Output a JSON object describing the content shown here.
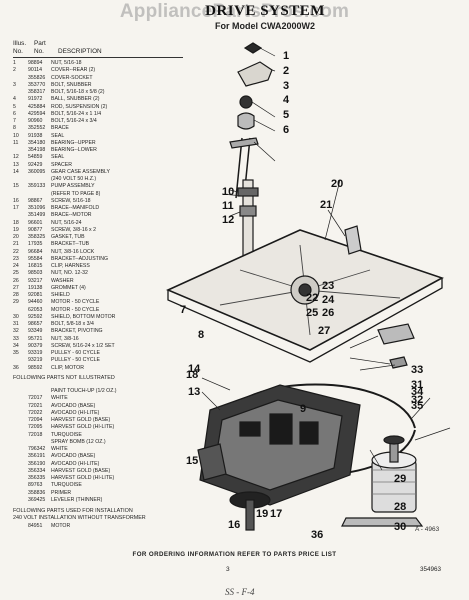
{
  "watermark": "AppliancePartsPros.com",
  "title": "DRIVE SYSTEM",
  "subtitle": "For Model CWA2000W2",
  "headers": {
    "illus": "Illus.",
    "no": "No.",
    "part": "Part",
    "partno": "No.",
    "desc": "DESCRIPTION"
  },
  "parts": [
    [
      "1",
      "98894",
      "NUT, 5/16-18"
    ],
    [
      "2",
      "90114",
      "COVER--REAR (2)"
    ],
    [
      "",
      "355826",
      "COVER-SOCKET"
    ],
    [
      "3",
      "353770",
      "BOLT, SNUBBER"
    ],
    [
      "",
      "358317",
      "BOLT, 5/16-18 x 5/8 (2)"
    ],
    [
      "4",
      "91972",
      "BALL, SNUBBER (2)"
    ],
    [
      "5",
      "425884",
      "ROD, SUSPENSION (2)"
    ],
    [
      "6",
      "429594",
      "BOLT, 5/16-24 x 1 1/4"
    ],
    [
      "7",
      "90960",
      "BOLT, 5/16-24 x 3/4"
    ],
    [
      "8",
      "352552",
      "BRACE"
    ],
    [
      "10",
      "91938",
      "SEAL"
    ],
    [
      "11",
      "354180",
      "BEARING--UPPER"
    ],
    [
      "",
      "354198",
      "BEARING--LOWER"
    ],
    [
      "12",
      "54859",
      "SEAL"
    ],
    [
      "13",
      "92429",
      "SPACER"
    ],
    [
      "14",
      "360095",
      "GEAR CASE ASSEMBLY"
    ],
    [
      "",
      "",
      "(240 VOLT 50 H.Z.)"
    ],
    [
      "15",
      "359133",
      "PUMP ASSEMBLY"
    ],
    [
      "",
      "",
      "(REFER TO PAGE 8)"
    ],
    [
      "16",
      "98867",
      "SCREW, 5/16-18"
    ],
    [
      "17",
      "351096",
      "BRACE--MANIFOLD"
    ],
    [
      "",
      "351499",
      "BRACE--MOTOR"
    ],
    [
      "18",
      "96601",
      "NUT, 5/16-24"
    ],
    [
      "19",
      "90877",
      "SCREW, 3/8-16 x 2"
    ],
    [
      "20",
      "358325",
      "GASKET, TUB"
    ],
    [
      "21",
      "17935",
      "BRACKET--TUB"
    ],
    [
      "22",
      "96684",
      "NUT, 3/8-16 LOCK"
    ],
    [
      "23",
      "95584",
      "BRACKET--ADJUSTING"
    ],
    [
      "24",
      "16815",
      "CLIP, HARNESS"
    ],
    [
      "25",
      "98503",
      "NUT, NO. 12-32"
    ],
    [
      "26",
      "93217",
      "WASHER"
    ],
    [
      "27",
      "19138",
      "GROMMET (4)"
    ],
    [
      "28",
      "92081",
      "SHIELD"
    ],
    [
      "29",
      "94460",
      "MOTOR - 50 CYCLE"
    ],
    [
      "",
      "62053",
      "MOTOR - 50 CYCLE"
    ],
    [
      "30",
      "92592",
      "SHIELD, BOTTOM MOTOR"
    ],
    [
      "31",
      "98657",
      "BOLT, 5/8-18 x 3/4"
    ],
    [
      "32",
      "93349",
      "BRACKET, PIVOTING"
    ],
    [
      "33",
      "95721",
      "NUT, 3/8-16"
    ],
    [
      "34",
      "90379",
      "SCREW, 5/16-24 x 1/2 SET"
    ],
    [
      "35",
      "93319",
      "PULLEY - 60 CYCLE"
    ],
    [
      "",
      "93219",
      "PULLEY - 50 CYCLE"
    ],
    [
      "36",
      "98592",
      "CLIP, MOTOR"
    ]
  ],
  "not_illustrated_header": "FOLLOWING PARTS NOT ILLUSTRATED",
  "not_illustrated": [
    [
      "",
      "",
      "PAINT TOUCH-UP (1/2 OZ.)"
    ],
    [
      "",
      "72017",
      "WHITE"
    ],
    [
      "",
      "72021",
      "AVOCADO (BASE)"
    ],
    [
      "",
      "72022",
      "AVOCADO (HI-LITE)"
    ],
    [
      "",
      "72094",
      "HARVEST GOLD (BASE)"
    ],
    [
      "",
      "72095",
      "HARVEST GOLD (HI-LITE)"
    ],
    [
      "",
      "72018",
      "TURQUOISE"
    ],
    [
      "",
      "",
      "SPRAY BOMB (12 OZ.)"
    ],
    [
      "",
      "796342",
      "WHITE"
    ],
    [
      "",
      "356191",
      "AVOCADO (BASE)"
    ],
    [
      "",
      "356190",
      "AVOCADO (HI-LITE)"
    ],
    [
      "",
      "356334",
      "HARVEST GOLD (BASE)"
    ],
    [
      "",
      "356335",
      "HARVEST GOLD (HI-LITE)"
    ],
    [
      "",
      "89763",
      "TURQUOISE"
    ],
    [
      "",
      "358836",
      "PRIMER"
    ],
    [
      "",
      "369425",
      "LEVELER (THINNER)"
    ]
  ],
  "transformer_header": "FOLLOWING PARTS USED FOR INSTALLATION",
  "transformer_header2": "240 VOLT INSTALLATION WITHOUT TRANSFORMER",
  "transformer_parts": [
    [
      "",
      "84951",
      "MOTOR"
    ]
  ],
  "callouts": [
    "1",
    "2",
    "3",
    "4",
    "5",
    "6",
    "7",
    "8",
    "9",
    "10",
    "11",
    "12",
    "13",
    "14",
    "15",
    "16",
    "17",
    "18",
    "19",
    "20",
    "21",
    "22",
    "23",
    "24",
    "25",
    "26",
    "27",
    "28",
    "29",
    "30",
    "31",
    "32",
    "33",
    "34",
    "35",
    "36"
  ],
  "fig_number": "A - 4963",
  "footer": "FOR ORDERING INFORMATION REFER TO PARTS PRICE LIST",
  "page_number": "3",
  "doc_number": "354963",
  "page_mark": "SS - F-4"
}
